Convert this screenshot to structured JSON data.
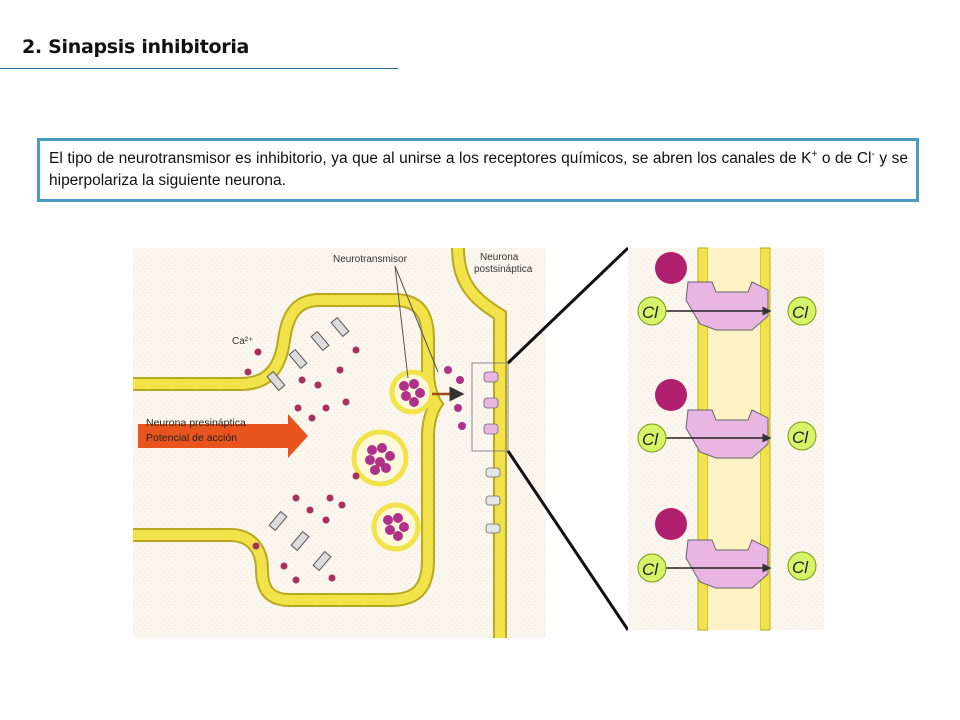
{
  "heading": "2. Sinapsis inhibitoria",
  "description": {
    "part1": "El tipo de neurotransmisor es inhibitorio, ya que al unirse a los receptores químicos, se abren los canales de K",
    "sup1": "+",
    "part2": "  o de Cl",
    "sup2": "-",
    "part3": " y se hiperpolariza la siguiente neurona."
  },
  "diagram": {
    "label_neurotransmitter": "Neurotransmisor",
    "label_postsynaptic_line1": "Neurona",
    "label_postsynaptic_line2": "postsináptica",
    "label_calcium": "Ca²⁺",
    "label_presynaptic": "Neurona presináptica",
    "label_action_potential": "Potencial de acción",
    "ion_label": "Cl",
    "colors": {
      "membrane": "#f2e34a",
      "membrane_edge": "#b9a820",
      "vesicle_purple": "#b0308a",
      "arrow_orange": "#e8541d",
      "receptor_pink": "#e9b6e4",
      "ion_green": "#d6f36a",
      "ligand_magenta": "#b0206e"
    }
  }
}
